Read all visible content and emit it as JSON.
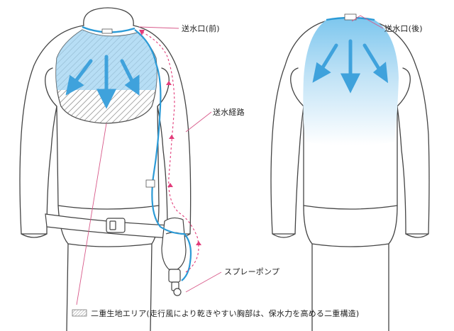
{
  "labels": {
    "front_outlet": "送水口(前)",
    "back_outlet": "送水口(後)",
    "water_route": "送水経路",
    "spray_pump": "スプレーポンプ"
  },
  "legend": {
    "text": "二重生地エリア(走行風により乾きやすい胸部は、保水力を高める二重構造)"
  },
  "colors": {
    "water_blue": "#2b9ad6",
    "arrow_blue": "#4aa6de",
    "route_pink": "#e23c7a",
    "leader_pink": "#d85a8a",
    "outline": "#444444",
    "hatch": "#777777"
  }
}
